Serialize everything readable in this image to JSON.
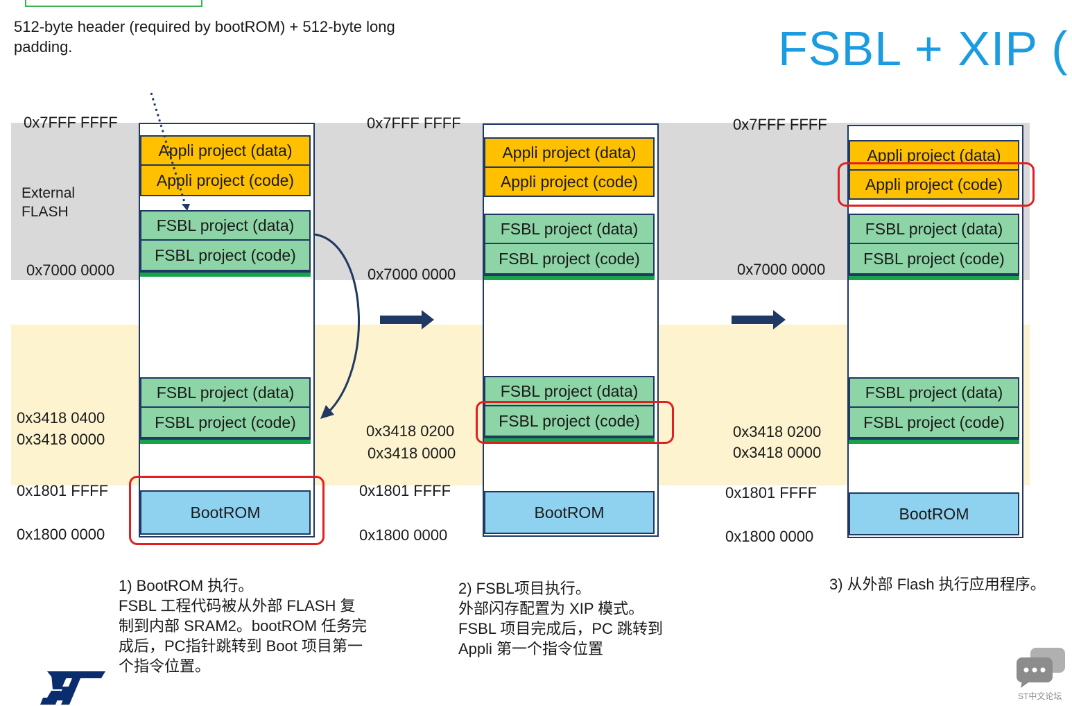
{
  "header_note": "512-byte header (required by bootROM) + 512-byte long padding.",
  "title": "FSBL + XIP (",
  "external_flash_label": "External FLASH",
  "blocks": {
    "appli_data": "Appli project (data)",
    "appli_code": "Appli project (code)",
    "fsbl_data": "FSBL project (data)",
    "fsbl_code": "FSBL project (code)",
    "bootrom": "BootROM"
  },
  "addresses": {
    "flash_top": "0x7FFF FFFF",
    "flash_base": "0x7000 0000",
    "sram_0400": "0x3418 0400",
    "sram_0200": "0x3418 0200",
    "sram_base": "0x3418 0000",
    "boot_top": "0x1801 FFFF",
    "boot_base": "0x1800 0000"
  },
  "captions": {
    "step1": [
      "1) BootROM 执行。",
      "FSBL 工程代码被从外部 FLASH 复",
      "制到内部 SRAM2。bootROM 任务完",
      "成后，PC指针跳转到 Boot 项目第一",
      "个指令位置。"
    ],
    "step2": [
      "2) FSBL项目执行。",
      "外部闪存配置为 XIP 模式。",
      "FSBL 项目完成后，PC 跳转到",
      "Appli 第一个指令位置"
    ],
    "step3": [
      "3) 从外部 Flash 执行应用程序。"
    ]
  },
  "watermark": "ST中文论坛",
  "colors": {
    "title_blue": "#1b9be0",
    "appli": "#ffc000",
    "fsbl": "#8dd5a6",
    "bootrom": "#8fd2f0",
    "highlight_red": "#e02020",
    "flash_band": "#d9d9d9",
    "sram_band": "#fdf3cf"
  }
}
